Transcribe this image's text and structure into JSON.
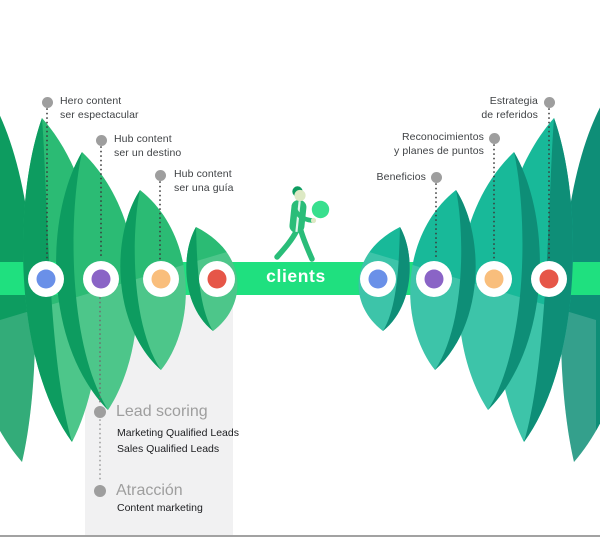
{
  "funnel": {
    "band_label": "clients",
    "colors": {
      "band": "#1fe07f",
      "left_dark": "#0d9c60",
      "left_mid": "#2bbb74",
      "right_dark": "#0e8e77",
      "right_mid": "#18b999",
      "figure": "#2abd79",
      "figure_skin": "#dde9c4",
      "ball": "#38df8e"
    },
    "dots": {
      "left": [
        "#6a90e8",
        "#8a64c6",
        "#f9be7c",
        "#e65648"
      ],
      "right": [
        "#6a90e8",
        "#8a64c6",
        "#f9be7c",
        "#e65648"
      ]
    }
  },
  "labels": {
    "hero": {
      "line1": "Hero content",
      "line2": "ser espectacular"
    },
    "hub_destino": {
      "line1": "Hub content",
      "line2": "ser un destino"
    },
    "hub_guia": {
      "line1": "Hub content",
      "line2": "ser una guía"
    },
    "beneficios": {
      "line1": "Beneficios"
    },
    "reconocimientos": {
      "line1": "Reconocimientos",
      "line2": "y planes de puntos"
    },
    "estrategia": {
      "line1": "Estrategia",
      "line2": "de referidos"
    }
  },
  "bottom_panel": {
    "lead_scoring": {
      "title": "Lead scoring",
      "items": [
        "Marketing Qualified Leads",
        "Sales Qualified Leads"
      ]
    },
    "atraccion": {
      "title": "Atracción",
      "items": [
        "Content marketing"
      ]
    }
  }
}
